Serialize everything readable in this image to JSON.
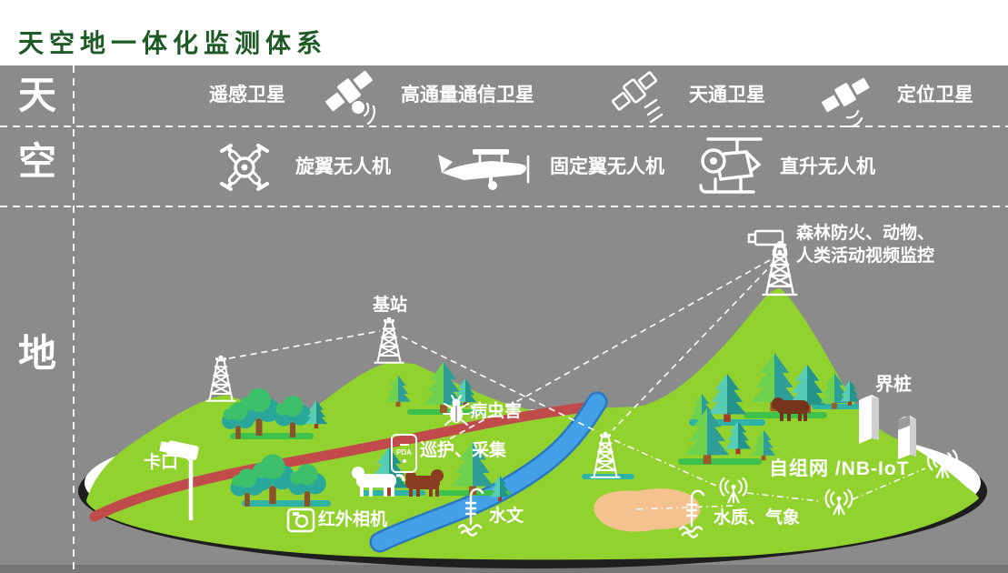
{
  "title": "天空地一体化监测体系",
  "rows": {
    "sky": {
      "axis": "天",
      "items": [
        "遥感卫星",
        "高通量通信卫星",
        "天通卫星",
        "定位卫星"
      ]
    },
    "air": {
      "axis": "空",
      "items": [
        "旋翼无人机",
        "固定翼无人机",
        "直升无人机"
      ]
    },
    "ground": {
      "axis": "地"
    }
  },
  "ground_labels": {
    "base_station": "基站",
    "video_line1": "森林防火、动物、",
    "video_line2": "人类活动视频监控",
    "boundary": "界桩",
    "pest": "病虫害",
    "patrol": "巡护、采集",
    "checkpoint": "卡口",
    "ir_camera": "红外相机",
    "hydrology": "水文",
    "water_weather": "水质、气象",
    "network": "自组网 /NB-IoT",
    "pda": "PDA"
  },
  "colors": {
    "background_gray": "#8b8b8b",
    "land_green": "#92d22e",
    "river_blue": "#3f9de4",
    "road_red": "#c14b4b",
    "pond_tan": "#f4c28e",
    "title_green": "#1d5a26",
    "text_white": "#ffffff"
  }
}
